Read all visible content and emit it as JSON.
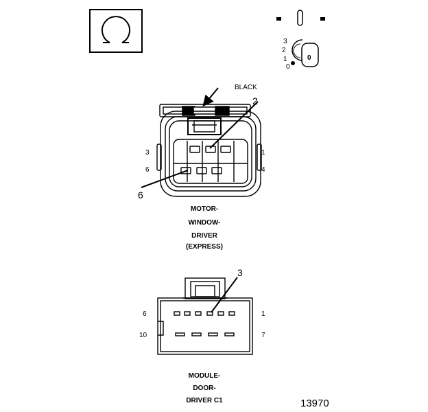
{
  "icons": {
    "ohm_symbol": "Ω",
    "ignition_key_label": "0",
    "ignition_positions": [
      "3",
      "2",
      "1",
      "0"
    ]
  },
  "connector_1": {
    "callout_color": "BLACK",
    "callout_pin_a": "2",
    "callout_pin_b": "6",
    "pin_labels": {
      "top_left": "3",
      "top_right": "1",
      "bottom_left": "6",
      "bottom_right": "4"
    },
    "caption": [
      "MOTOR-",
      "WINDOW-",
      "DRIVER",
      "(EXPRESS)"
    ]
  },
  "connector_2": {
    "callout_pin": "3",
    "pin_labels": {
      "top_left": "6",
      "top_right": "1",
      "bottom_left": "10",
      "bottom_right": "7"
    },
    "caption": [
      "MODULE-",
      "DOOR-",
      "DRIVER C1"
    ]
  },
  "figure_number": "13970"
}
